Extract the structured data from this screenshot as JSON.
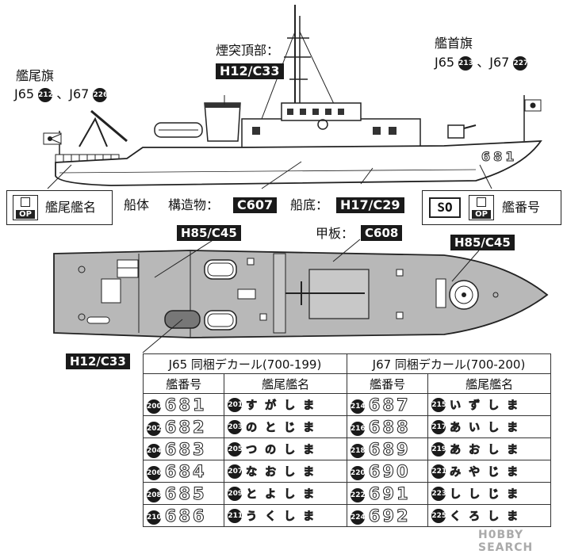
{
  "labels": {
    "stern_flag": "艦尾旗",
    "stern_flag_parts": [
      "J65",
      "212",
      "、J67",
      "226"
    ],
    "funnel_top": "煙突頂部：",
    "funnel_top_code": "H12/C33",
    "bow_flag": "艦首旗",
    "bow_flag_parts": [
      "J65",
      "213",
      "、J67",
      "227"
    ],
    "hull": "船体",
    "superstructure": "構造物：",
    "superstructure_code": "C607",
    "bottom": "船底：",
    "bottom_code": "H17/C29",
    "stern_name": "艦尾艦名",
    "hull_number": "艦番号",
    "op_text": "OP",
    "so_text": "SO",
    "deck": "甲板：",
    "deck_code": "C608",
    "deck_code_left": "H85/C45",
    "deck_code_right": "H85/C45",
    "deck_code_boat": "H12/C33",
    "ship_hull_number": "681"
  },
  "table": {
    "groups": [
      {
        "title": "J65 同梱デカール(700-199)",
        "col_number": "艦番号",
        "col_name": "艦尾艦名",
        "rows": [
          {
            "id_num": "200",
            "number": "681",
            "id_name": "201",
            "name": "すがしま"
          },
          {
            "id_num": "202",
            "number": "682",
            "id_name": "203",
            "name": "のとじま"
          },
          {
            "id_num": "204",
            "number": "683",
            "id_name": "205",
            "name": "つのしま"
          },
          {
            "id_num": "206",
            "number": "684",
            "id_name": "207",
            "name": "なおしま"
          },
          {
            "id_num": "208",
            "number": "685",
            "id_name": "209",
            "name": "とよしま"
          },
          {
            "id_num": "210",
            "number": "686",
            "id_name": "211",
            "name": "うくしま"
          }
        ]
      },
      {
        "title": "J67 同梱デカール(700-200)",
        "col_number": "艦番号",
        "col_name": "艦尾艦名",
        "rows": [
          {
            "id_num": "214",
            "number": "687",
            "id_name": "215",
            "name": "いずしま"
          },
          {
            "id_num": "216",
            "number": "688",
            "id_name": "217",
            "name": "あいしま"
          },
          {
            "id_num": "218",
            "number": "689",
            "id_name": "219",
            "name": "あおしま"
          },
          {
            "id_num": "220",
            "number": "690",
            "id_name": "221",
            "name": "みやじま"
          },
          {
            "id_num": "222",
            "number": "691",
            "id_name": "223",
            "name": "ししじま"
          },
          {
            "id_num": "224",
            "number": "692",
            "id_name": "225",
            "name": "くろしま"
          }
        ]
      }
    ]
  },
  "watermark": "H0BBY SEARCH"
}
